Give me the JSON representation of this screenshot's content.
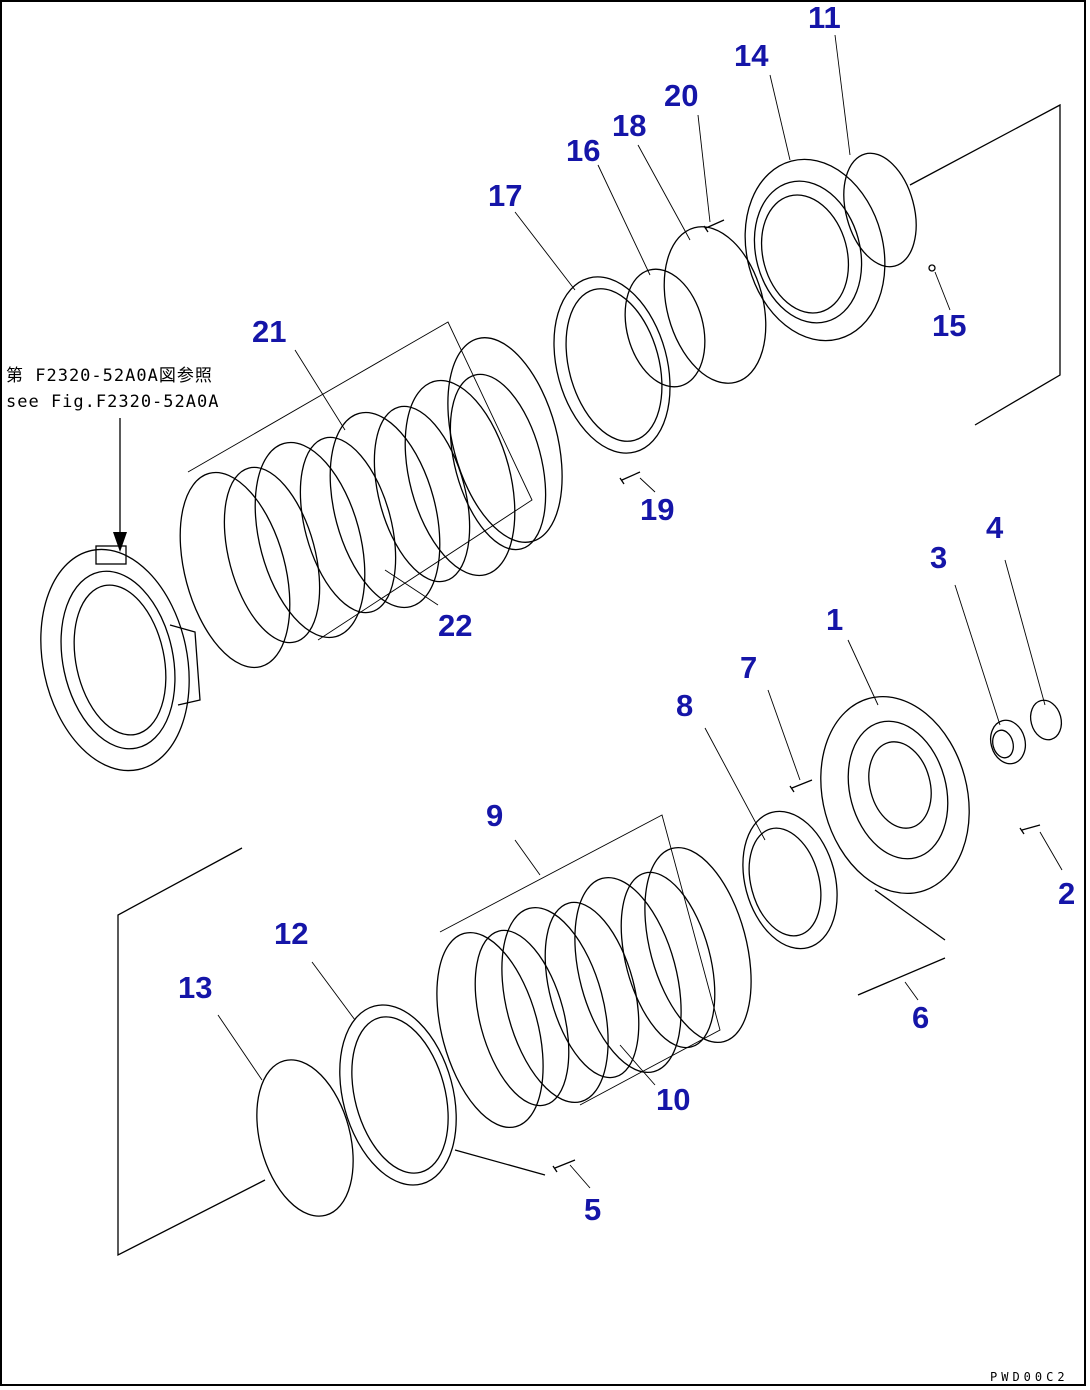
{
  "diagram": {
    "callouts": [
      {
        "id": "1",
        "text": "1"
      },
      {
        "id": "2",
        "text": "2"
      },
      {
        "id": "3",
        "text": "3"
      },
      {
        "id": "4",
        "text": "4"
      },
      {
        "id": "5",
        "text": "5"
      },
      {
        "id": "6",
        "text": "6"
      },
      {
        "id": "7",
        "text": "7"
      },
      {
        "id": "8",
        "text": "8"
      },
      {
        "id": "9",
        "text": "9"
      },
      {
        "id": "10",
        "text": "10"
      },
      {
        "id": "11",
        "text": "11"
      },
      {
        "id": "12",
        "text": "12"
      },
      {
        "id": "13",
        "text": "13"
      },
      {
        "id": "14",
        "text": "14"
      },
      {
        "id": "15",
        "text": "15"
      },
      {
        "id": "16",
        "text": "16"
      },
      {
        "id": "17",
        "text": "17"
      },
      {
        "id": "18",
        "text": "18"
      },
      {
        "id": "19",
        "text": "19"
      },
      {
        "id": "20",
        "text": "20"
      },
      {
        "id": "21",
        "text": "21"
      },
      {
        "id": "22",
        "text": "22"
      }
    ],
    "reference_note_jp": "第 F2320-52A0A図参照",
    "reference_note_en": "see Fig.F2320-52A0A",
    "drawing_code": "PWD00C2"
  },
  "colors": {
    "callout": "#1515a8",
    "line": "#000000",
    "background": "#ffffff"
  }
}
